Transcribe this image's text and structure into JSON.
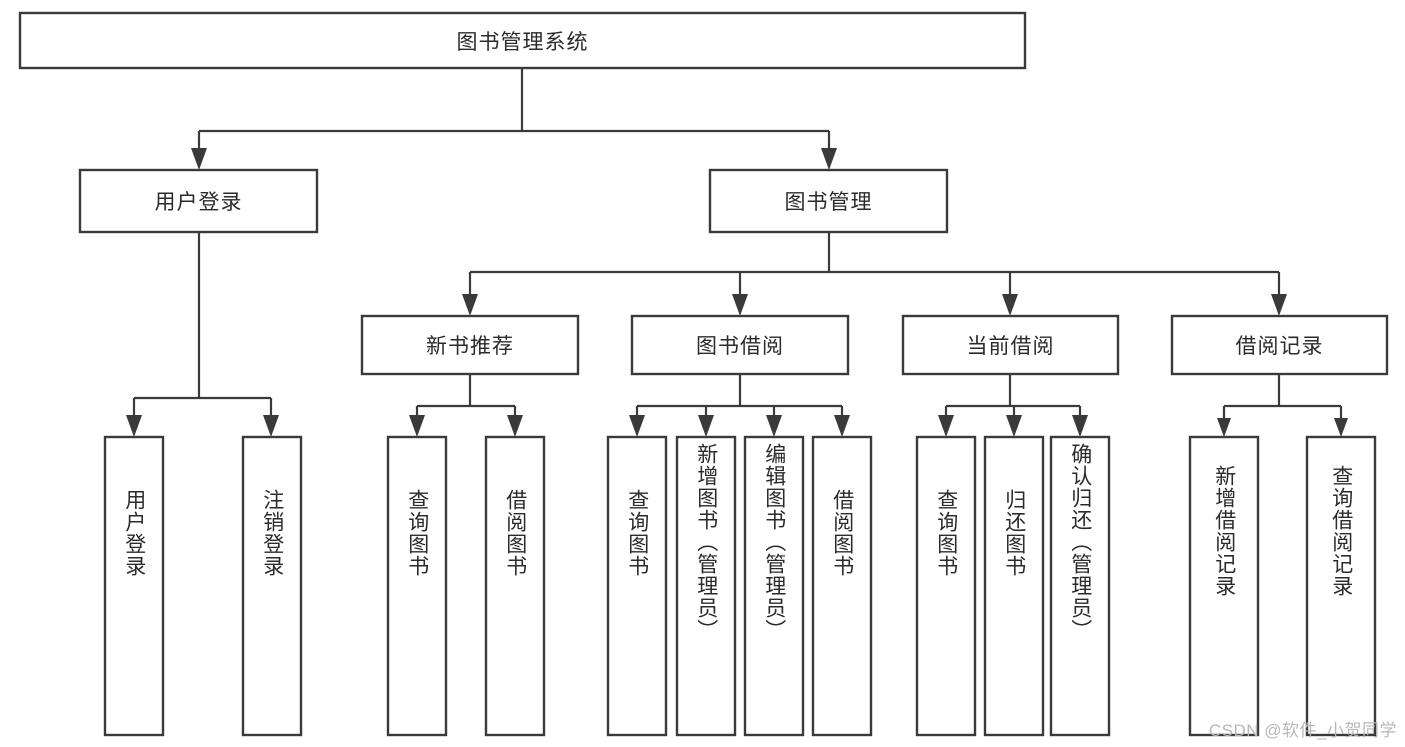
{
  "diagram": {
    "title": "图书管理系统",
    "watermark": "CSDN @软件_小贺同学",
    "colors": {
      "box_stroke": "#3a3a3a",
      "box_fill": "#ffffff",
      "connector": "#3a3a3a",
      "text": "#2b2b2b",
      "watermark": "#b8b8b8",
      "background": "#ffffff"
    },
    "root": {
      "label": "图书管理系统"
    },
    "level2": [
      {
        "label": "用户登录"
      },
      {
        "label": "图书管理"
      }
    ],
    "level3": [
      {
        "label": "新书推荐"
      },
      {
        "label": "图书借阅"
      },
      {
        "label": "当前借阅"
      },
      {
        "label": "借阅记录"
      }
    ],
    "leaves": {
      "user_login": [
        {
          "label": "用户登录"
        },
        {
          "label": "注销登录"
        }
      ],
      "new_book_recommend": [
        {
          "label": "查询图书"
        },
        {
          "label": "借阅图书"
        }
      ],
      "book_borrow": [
        {
          "label": "查询图书"
        },
        {
          "label": "新增图书（管理员）"
        },
        {
          "label": "编辑图书（管理员）"
        },
        {
          "label": "借阅图书"
        }
      ],
      "current_borrow": [
        {
          "label": "查询图书"
        },
        {
          "label": "归还图书"
        },
        {
          "label": "确认归还（管理员）"
        }
      ],
      "borrow_record": [
        {
          "label": "新增借阅记录"
        },
        {
          "label": "查询借阅记录"
        }
      ]
    }
  },
  "chart_data": {
    "type": "diagram",
    "subtype": "tree-hierarchy",
    "title": "图书管理系统",
    "orientation": "top-down",
    "nodes": [
      {
        "id": "root",
        "label": "图书管理系统",
        "level": 0,
        "parent": null
      },
      {
        "id": "n-user-login",
        "label": "用户登录",
        "level": 1,
        "parent": "root"
      },
      {
        "id": "n-book-mgmt",
        "label": "图书管理",
        "level": 1,
        "parent": "root"
      },
      {
        "id": "n-new-book",
        "label": "新书推荐",
        "level": 2,
        "parent": "n-book-mgmt"
      },
      {
        "id": "n-book-borrow",
        "label": "图书借阅",
        "level": 2,
        "parent": "n-book-mgmt"
      },
      {
        "id": "n-current-borrow",
        "label": "当前借阅",
        "level": 2,
        "parent": "n-book-mgmt"
      },
      {
        "id": "n-borrow-record",
        "label": "借阅记录",
        "level": 2,
        "parent": "n-book-mgmt"
      },
      {
        "id": "l-login-1",
        "label": "用户登录",
        "level": 3,
        "parent": "n-user-login"
      },
      {
        "id": "l-login-2",
        "label": "注销登录",
        "level": 3,
        "parent": "n-user-login"
      },
      {
        "id": "l-new-1",
        "label": "查询图书",
        "level": 3,
        "parent": "n-new-book"
      },
      {
        "id": "l-new-2",
        "label": "借阅图书",
        "level": 3,
        "parent": "n-new-book"
      },
      {
        "id": "l-borrow-1",
        "label": "查询图书",
        "level": 3,
        "parent": "n-book-borrow"
      },
      {
        "id": "l-borrow-2",
        "label": "新增图书（管理员）",
        "level": 3,
        "parent": "n-book-borrow"
      },
      {
        "id": "l-borrow-3",
        "label": "编辑图书（管理员）",
        "level": 3,
        "parent": "n-book-borrow"
      },
      {
        "id": "l-borrow-4",
        "label": "借阅图书",
        "level": 3,
        "parent": "n-book-borrow"
      },
      {
        "id": "l-cur-1",
        "label": "查询图书",
        "level": 3,
        "parent": "n-current-borrow"
      },
      {
        "id": "l-cur-2",
        "label": "归还图书",
        "level": 3,
        "parent": "n-current-borrow"
      },
      {
        "id": "l-cur-3",
        "label": "确认归还（管理员）",
        "level": 3,
        "parent": "n-current-borrow"
      },
      {
        "id": "l-rec-1",
        "label": "新增借阅记录",
        "level": 3,
        "parent": "n-borrow-record"
      },
      {
        "id": "l-rec-2",
        "label": "查询借阅记录",
        "level": 3,
        "parent": "n-borrow-record"
      }
    ],
    "edge_count": 19,
    "levels": 4
  }
}
